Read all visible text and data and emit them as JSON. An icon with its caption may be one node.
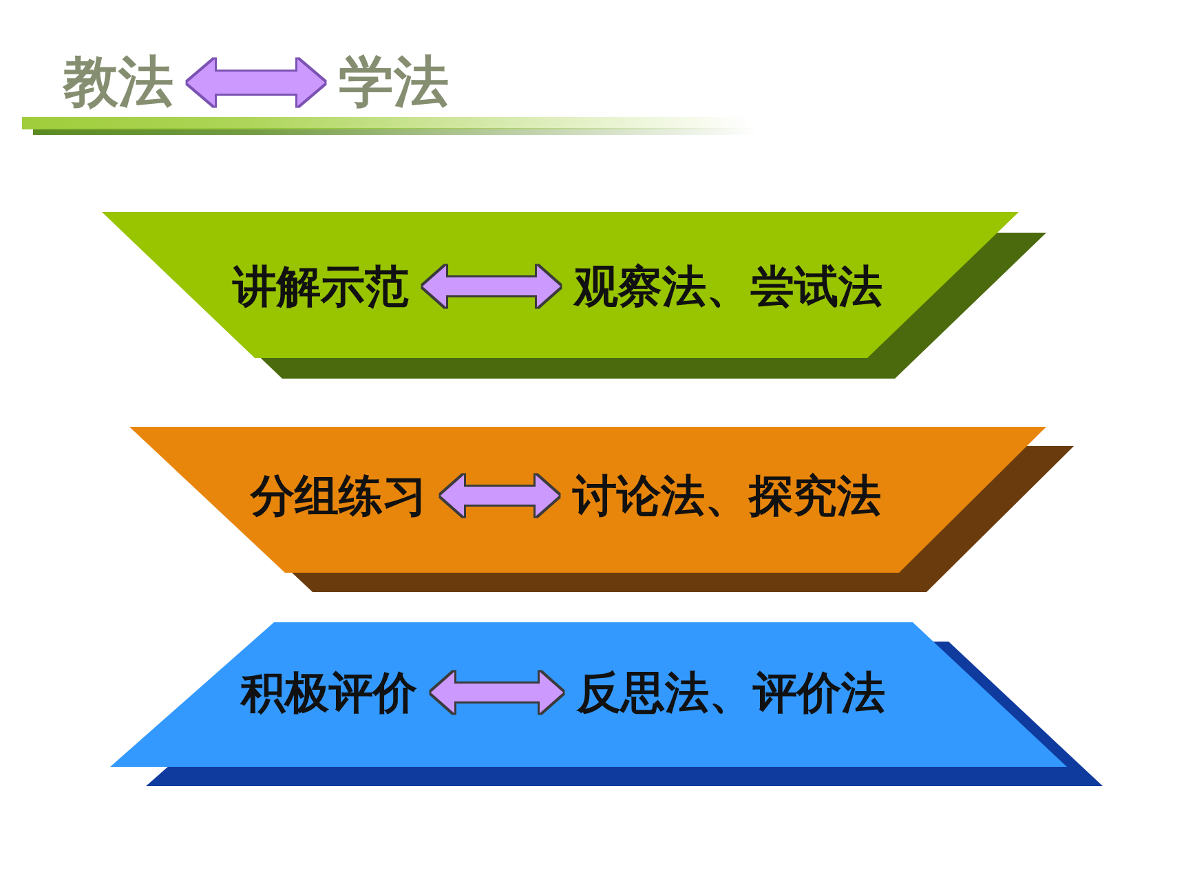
{
  "diagram": {
    "nodes": [
      {
        "text": [
          "教法"
        ]
      },
      {
        "text": [
          "学法"
        ]
      },
      {
        "text": [],
        "shape": "trapezoid"
      },
      {
        "text": [
          "讲解示范"
        ],
        "in": 2
      },
      {
        "text": [
          "观察法、尝试法"
        ],
        "in": 2
      },
      {
        "text": [],
        "shape": "trapezoid"
      },
      {
        "text": [
          "分组练习"
        ],
        "in": 5
      },
      {
        "text": [
          "讨论法、探究法"
        ],
        "in": 5
      },
      {
        "text": [],
        "shape": "trapezoid"
      },
      {
        "text": [
          "积极评价"
        ],
        "in": 8
      },
      {
        "text": [
          "反思法、评价法"
        ],
        "in": 8
      }
    ],
    "edges": [
      {
        "from": 0,
        "to": 1,
        "arrow": "both"
      },
      {
        "from": 3,
        "to": 4,
        "arrow": "both"
      },
      {
        "from": 6,
        "to": 7,
        "arrow": "both"
      },
      {
        "from": 9,
        "to": 10,
        "arrow": "both"
      }
    ]
  }
}
